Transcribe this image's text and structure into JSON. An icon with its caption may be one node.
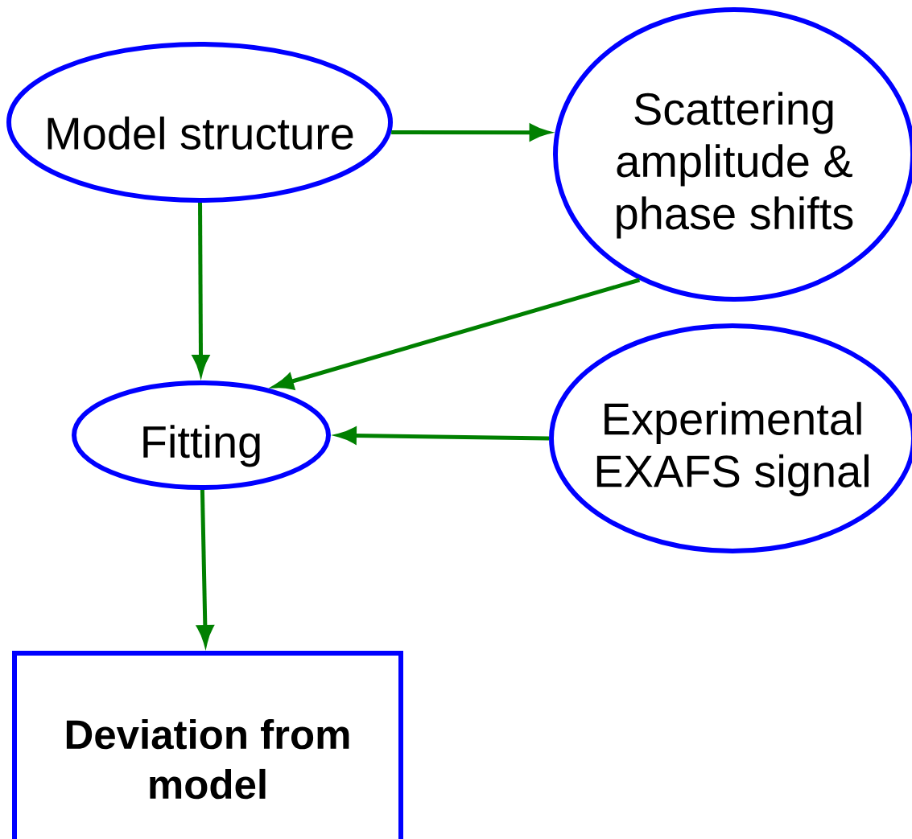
{
  "diagram": {
    "nodes": [
      {
        "text": [
          "Model structure"
        ]
      },
      {
        "text": [
          "Scattering amplitude & phase shifts"
        ]
      },
      {
        "text": [
          "Fitting"
        ]
      },
      {
        "text": [
          "Experimental EXAFS signal"
        ]
      },
      {
        "text": [
          "Deviation from model"
        ]
      }
    ],
    "edges": [
      {
        "from": 0,
        "to": 1,
        "arrow": "to"
      },
      {
        "from": 0,
        "to": 2,
        "arrow": "to"
      },
      {
        "from": 1,
        "to": 2,
        "arrow": "to"
      },
      {
        "from": 3,
        "to": 2,
        "arrow": "to"
      },
      {
        "from": 2,
        "to": 4,
        "arrow": "to"
      }
    ]
  }
}
